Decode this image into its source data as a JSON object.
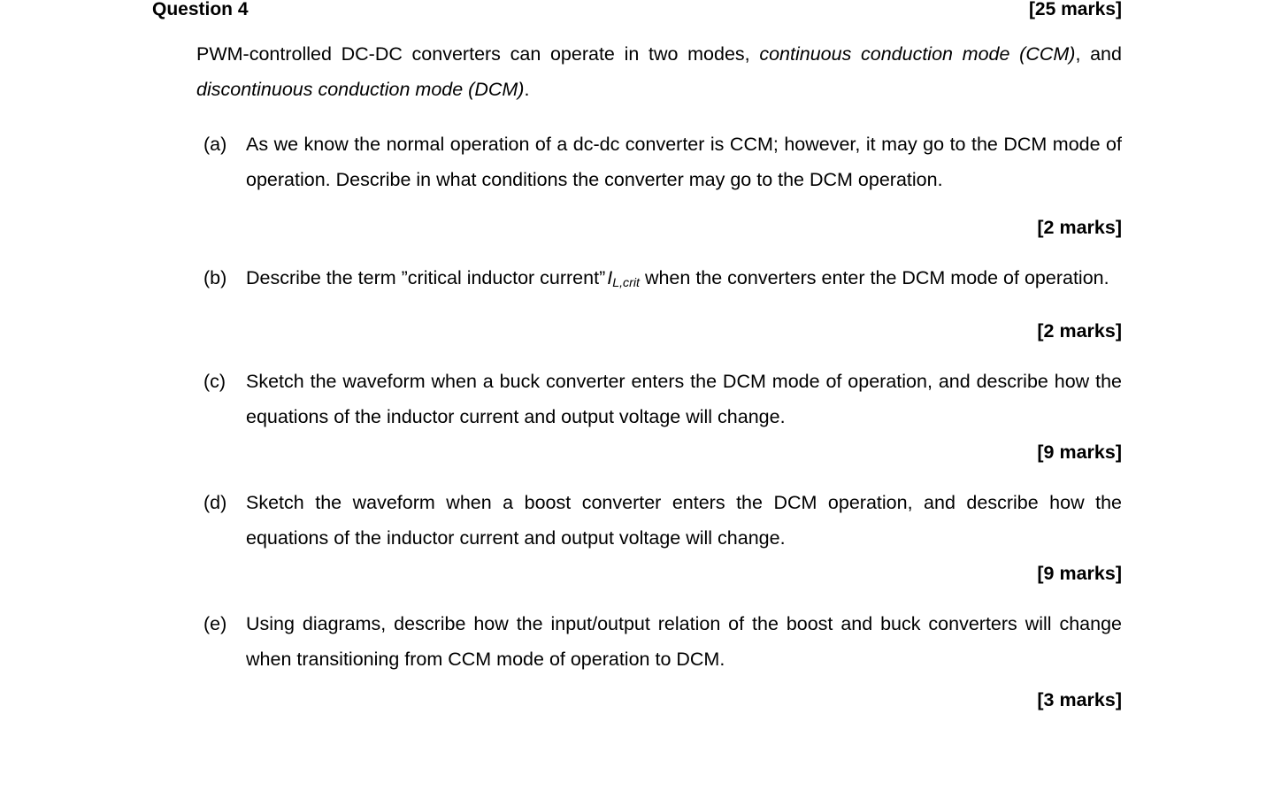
{
  "document": {
    "question_heading": "Question 4",
    "total_marks": "[25 marks]",
    "intro": {
      "part1": "PWM-controlled DC-DC converters can operate in two modes, ",
      "italic1": "continuous conduction mode (CCM)",
      "part2": ", and ",
      "italic2": "discontinuous conduction mode (DCM)",
      "part3": "."
    },
    "items": [
      {
        "label": "(a)",
        "text": "As we know the normal operation of a dc-dc converter is CCM; however, it may go to the DCM mode of operation. Describe in what conditions the converter may go to the DCM operation.",
        "marks": "[2 marks]"
      },
      {
        "label": "(b)",
        "text_before_symbol": "Describe the term ”critical inductor current”",
        "symbol_base": "I",
        "symbol_sub": "L,crit",
        "text_after_symbol": "when the converters enter the DCM mode of operation.",
        "marks": "[2 marks]"
      },
      {
        "label": "(c)",
        "text": "Sketch the waveform when a buck converter enters the DCM mode of operation, and describe how the equations of the inductor current and output voltage will change.",
        "marks": "[9 marks]"
      },
      {
        "label": "(d)",
        "text": "Sketch the waveform when a boost converter enters the DCM operation, and describe how the equations of the inductor current and output voltage will change.",
        "marks": "[9 marks]"
      },
      {
        "label": "(e)",
        "text": "Using diagrams, describe how the input/output relation of the boost and buck converters will change when transitioning from CCM mode of operation to DCM.",
        "marks": "[3 marks]"
      }
    ]
  }
}
